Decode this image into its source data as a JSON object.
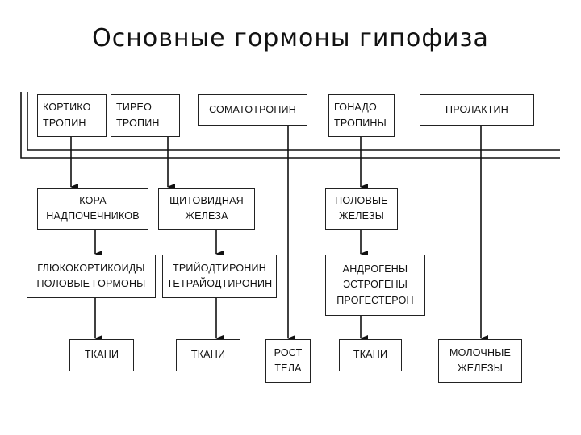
{
  "title": "Основные  гормоны  гипофиза",
  "hormones": {
    "corticotropin": "КОРТИКО\nТРОПИН",
    "thyrotropin": "ТИРЕО\nТРОПИН",
    "somatotropin": "СОМАТОТРОПИН",
    "gonadotropins": "ГОНАДО\nТРОПИНЫ",
    "prolactin": "ПРОЛАКТИН"
  },
  "glands": {
    "adrenal_cortex": "КОРА\nНАДПОЧЕЧНИКОВ",
    "thyroid": "ЩИТОВИДНАЯ\nЖЕЛЕЗА",
    "gonads": "ПОЛОВЫЕ\nЖЕЛЕЗЫ"
  },
  "products": {
    "glucocorticoids": "ГЛЮКОКОРТИКОИДЫ\nПОЛОВЫЕ ГОРМОНЫ",
    "thyroid_hormones": "ТРИЙОДТИРОНИН\nТЕТРАЙОДТИРОНИН",
    "sex_steroids": "АНДРОГЕНЫ\nЭСТРОГЕНЫ\nПРОГЕСТЕРОН"
  },
  "targets": {
    "tissues_1": "ТКАНИ",
    "tissues_2": "ТКАНИ",
    "body_growth": "РОСТ\nТЕЛА",
    "tissues_3": "ТКАНИ",
    "mammary_glands": "МОЛОЧНЫЕ\nЖЕЛЕЗЫ"
  }
}
